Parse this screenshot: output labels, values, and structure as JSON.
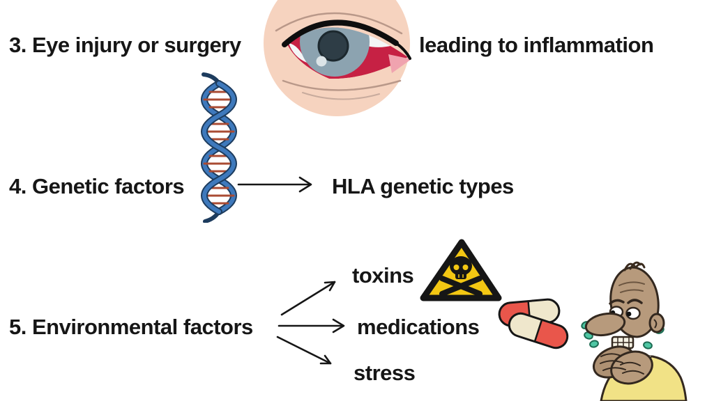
{
  "rows": {
    "injury": {
      "label": "3. Eye injury or surgery",
      "result": "leading to inflammation"
    },
    "genetic": {
      "label": "4. Genetic factors",
      "target": "HLA genetic types"
    },
    "environmental": {
      "label": "5. Environmental factors",
      "branches": [
        "toxins",
        "medications",
        "stress"
      ]
    }
  },
  "icons": {
    "inflamed_eye": "inflamed-red-eye-in-skin-circle",
    "dna_helix": "blue-double-helix-dna",
    "arrow": "right-arrow",
    "toxic_sign": "skull-crossbones-warning-triangle",
    "capsules": "two-medicine-capsules",
    "stressed_man": "anxious-man-biting-nails"
  },
  "colors": {
    "text": "#161616",
    "skin_circle": "#F6D3BF",
    "eye_red": "#C62144",
    "iris_gray_blue": "#8CA3B0",
    "pupil": "#2E3D46",
    "corner_pink": "#F0A3AF",
    "dna_blue": "#3E79BC",
    "dna_outline": "#1D3C5E",
    "dna_rung": "#A94B33",
    "warning_yellow": "#F3C713",
    "capsule_red": "#E9564B",
    "capsule_cream": "#EFE7CC",
    "man_skin": "#B79A7C",
    "shirt_yellow": "#F1E286",
    "sweat_teal": "#4FC7A4"
  }
}
